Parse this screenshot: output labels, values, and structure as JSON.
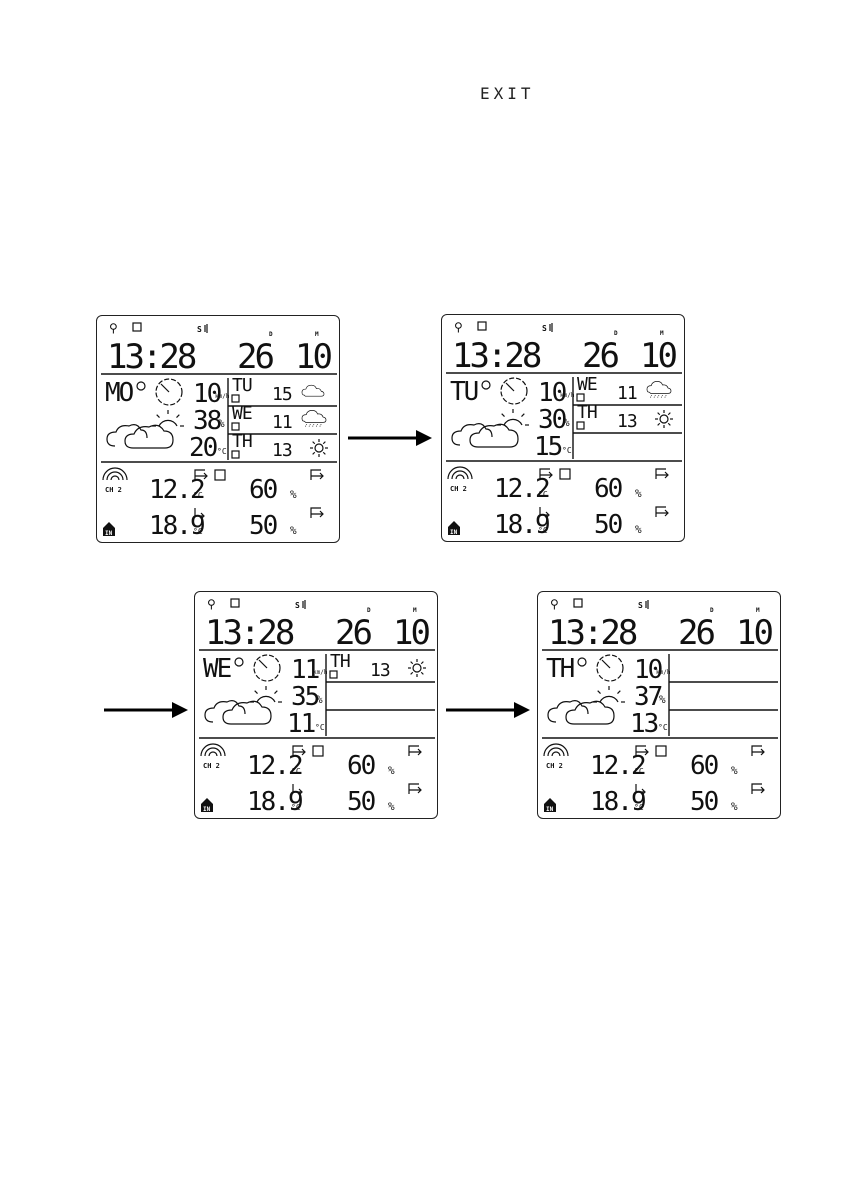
{
  "exit_label": "EXIT",
  "common": {
    "time": "13:28",
    "day": "26",
    "month": "10",
    "d_label": "D",
    "m_label": "M",
    "signal": "S",
    "channel": "CH 2",
    "in_label": "IN",
    "out_temp": "12.2",
    "in_temp": "18.9",
    "out_hum": "60",
    "in_hum": "50",
    "deg_unit": "°C",
    "pct_unit": "%",
    "kmh_unit": "km/h"
  },
  "panels": [
    {
      "day": "MO",
      "wind": "10",
      "humidity": "38",
      "temp": "20",
      "forecast": [
        {
          "day": "TU",
          "temp": "15",
          "icon": "cloud-icon"
        },
        {
          "day": "WE",
          "temp": "11",
          "icon": "rain-cloud-icon"
        },
        {
          "day": "TH",
          "temp": "13",
          "icon": "sun-icon"
        }
      ]
    },
    {
      "day": "TU",
      "wind": "10",
      "humidity": "30",
      "temp": "15",
      "forecast": [
        {
          "day": "WE",
          "temp": "11",
          "icon": "rain-cloud-icon"
        },
        {
          "day": "TH",
          "temp": "13",
          "icon": "sun-icon"
        }
      ]
    },
    {
      "day": "WE",
      "wind": "11",
      "humidity": "35",
      "temp": "11",
      "forecast": [
        {
          "day": "TH",
          "temp": "13",
          "icon": "sun-icon"
        }
      ]
    },
    {
      "day": "TH",
      "wind": "10",
      "humidity": "37",
      "temp": "13",
      "forecast": []
    }
  ]
}
